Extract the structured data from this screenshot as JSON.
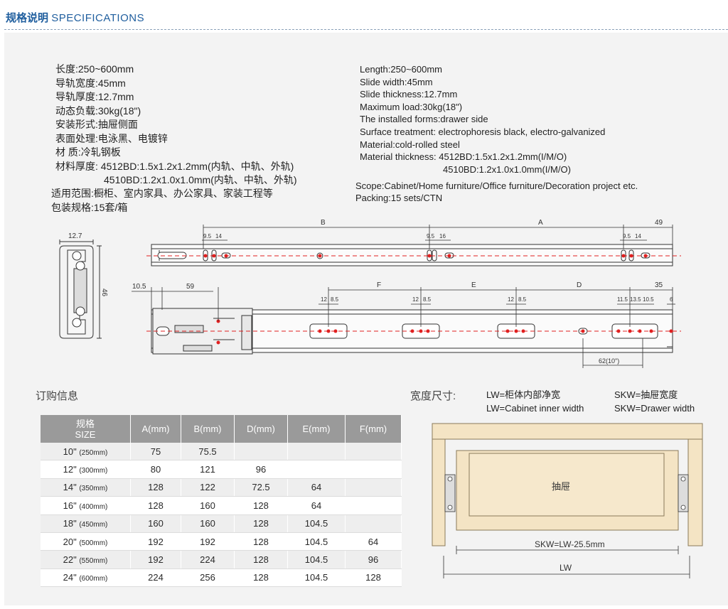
{
  "header": {
    "title_zh": "规格说明",
    "title_en": "SPECIFICATIONS"
  },
  "specs_zh": {
    "length": "长度:250~600mm",
    "width": "导轨宽度:45mm",
    "thickness": "导轨厚度:12.7mm",
    "load": "动态负载:30kg(18\")",
    "install": "安装形式:抽屉侧面",
    "surface": "表面处理:电泳黑、电镀锌",
    "material": "材 质:冷轧钢板",
    "mat_thick_1": "材料厚度: 4512BD:1.5x1.2x1.2mm(内轨、中轨、外轨)",
    "mat_thick_2": "4510BD:1.2x1.0x1.0mm(内轨、中轨、外轨)",
    "scope": "适用范围:橱柜、室内家具、办公家具、家装工程等",
    "packing": "包装规格:15套/箱"
  },
  "specs_en": {
    "length": "Length:250~600mm",
    "width": "Slide width:45mm",
    "thickness": "Slide thickness:12.7mm",
    "load": "Maximum load:30kg(18\")",
    "forms": "The installed forms:drawer side",
    "surface": "Surface treatment: electrophoresis black, electro-galvanized",
    "material": "Material:cold-rolled steel",
    "mat_thick_1": "Material thickness: 4512BD:1.5x1.2x1.2mm(I/M/O)",
    "mat_thick_2": "4510BD:1.2x1.0x1.0mm(I/M/O)",
    "scope": "Scope:Cabinet/Home furniture/Office furniture/Decoration project etc.",
    "packing": "Packing:15 sets/CTN"
  },
  "drawing": {
    "profile_width": "12.7",
    "profile_height": "46",
    "label_b": "B",
    "label_a": "A",
    "dim_49": "49",
    "dim_95a": "9.5",
    "dim_14a": "14",
    "dim_95b": "9.5",
    "dim_16": "16",
    "dim_95c": "9.5",
    "dim_14c": "14",
    "dim_105": "10.5",
    "dim_59": "59",
    "label_f": "F",
    "label_e": "E",
    "label_d": "D",
    "dim_35": "35",
    "dim_12a": "12",
    "dim_85a": "8.5",
    "dim_12b": "12",
    "dim_85b": "8.5",
    "dim_12c": "12",
    "dim_85c": "8.5",
    "dim_115": "11.5",
    "dim_135": "13.5",
    "dim_105b": "10.5",
    "dim_6": "6",
    "dim_62": "62(10\")"
  },
  "order": {
    "title": "订购信息",
    "head_zh": "规格",
    "head_en": "SIZE",
    "columns": [
      "A(mm)",
      "B(mm)",
      "D(mm)",
      "E(mm)",
      "F(mm)"
    ],
    "rows": [
      {
        "size": "10\"",
        "mm": "(250mm)",
        "a": "75",
        "b": "75.5",
        "d": "",
        "e": "",
        "f": ""
      },
      {
        "size": "12\"",
        "mm": "(300mm)",
        "a": "80",
        "b": "121",
        "d": "96",
        "e": "",
        "f": ""
      },
      {
        "size": "14\"",
        "mm": "(350mm)",
        "a": "128",
        "b": "122",
        "d": "72.5",
        "e": "64",
        "f": ""
      },
      {
        "size": "16\"",
        "mm": "(400mm)",
        "a": "128",
        "b": "160",
        "d": "128",
        "e": "64",
        "f": ""
      },
      {
        "size": "18\"",
        "mm": "(450mm)",
        "a": "160",
        "b": "160",
        "d": "128",
        "e": "104.5",
        "f": ""
      },
      {
        "size": "20\"",
        "mm": "(500mm)",
        "a": "192",
        "b": "192",
        "d": "128",
        "e": "104.5",
        "f": "64"
      },
      {
        "size": "22\"",
        "mm": "(550mm)",
        "a": "192",
        "b": "224",
        "d": "128",
        "e": "104.5",
        "f": "96"
      },
      {
        "size": "24\"",
        "mm": "(600mm)",
        "a": "224",
        "b": "256",
        "d": "128",
        "e": "104.5",
        "f": "128"
      }
    ]
  },
  "width_info": {
    "title": "宽度尺寸:",
    "lw_zh": "LW=柜体内部净宽",
    "lw_en": "LW=Cabinet inner width",
    "skw_zh": "SKW=抽屉宽度",
    "skw_en": "SKW=Drawer width",
    "drawer_label": "抽屉",
    "skw_formula": "SKW=LW-25.5mm",
    "lw_label": "LW"
  },
  "colors": {
    "accent": "#1f5e9e",
    "wood": "#f4e4c4",
    "centerline": "#e02020",
    "table_head": "#9a9a9a"
  }
}
